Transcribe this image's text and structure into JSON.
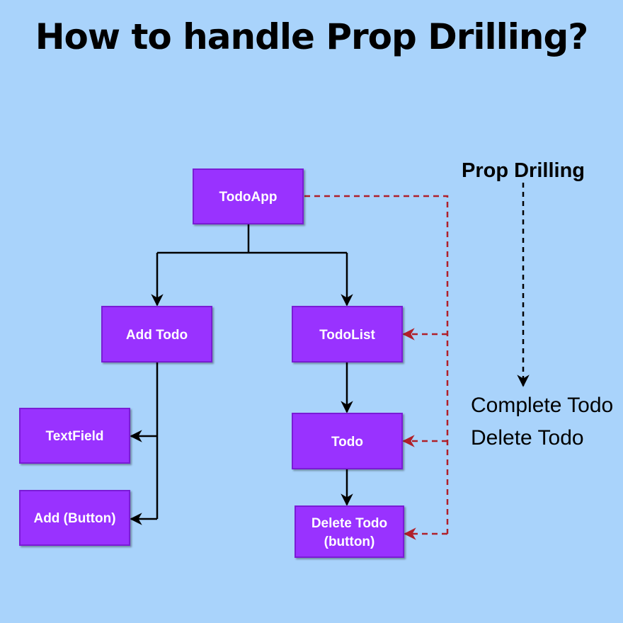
{
  "title": "How to handle Prop Drilling?",
  "legend": {
    "heading": "Prop Drilling",
    "items": [
      "Complete Todo",
      "Delete Todo"
    ]
  },
  "nodes": {
    "todo_app": "TodoApp",
    "add_todo": "Add Todo",
    "todo_list": "TodoList",
    "text_field": "TextField",
    "add_button": "Add (Button)",
    "todo": "Todo",
    "delete_todo_line1": "Delete Todo",
    "delete_todo_line2": "(button)"
  },
  "colors": {
    "background": "#a9d3fb",
    "node_fill": "#9933ff",
    "node_border": "#7a1fd6",
    "node_text": "#ffffff",
    "solid_arrow": "#000000",
    "prop_drilling_arrow": "#b0202a"
  }
}
